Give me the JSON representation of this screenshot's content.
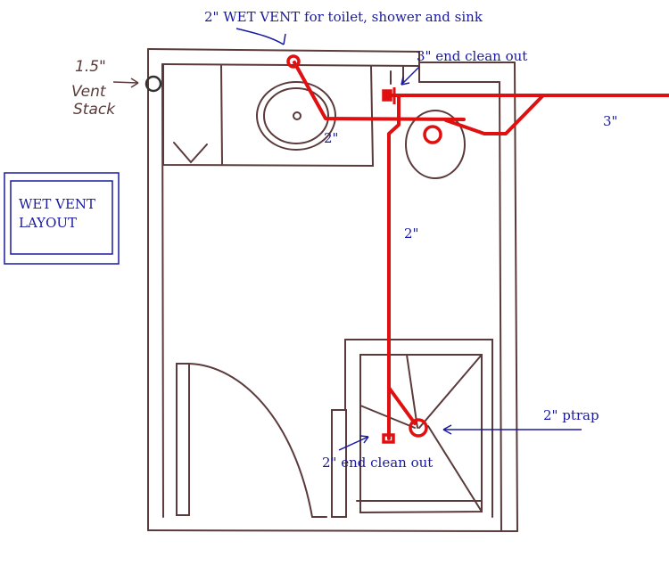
{
  "labels": {
    "wet_vent": "2\" WET VENT for toilet, shower and sink",
    "end_clean_out_3": "3\" end clean out",
    "vent_stack_size": "1.5\"",
    "vent_stack_line1": "Vent",
    "vent_stack_line2": "Stack",
    "sink_pipe": "2\"",
    "main_pipe": "3\"",
    "vertical_pipe": "2\"",
    "ptrap": "2\" ptrap",
    "end_clean_out_2": "2\" end clean out"
  },
  "title_box": {
    "line1": "WET VENT",
    "line2": "LAYOUT"
  },
  "colors": {
    "pipe": "#e01010",
    "annotation": "#1a1aa0",
    "wall": "#5a3a3a"
  }
}
